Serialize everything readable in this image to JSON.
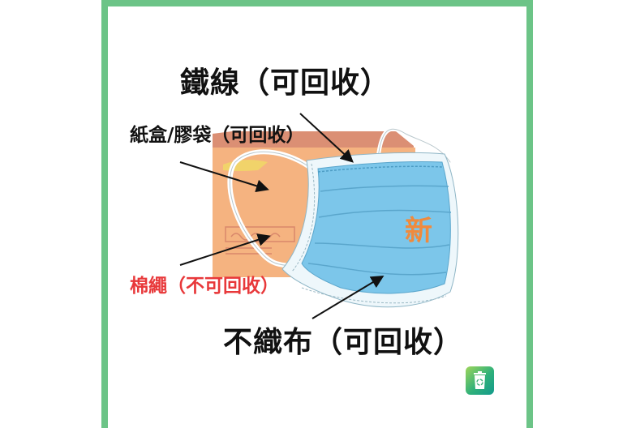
{
  "labels": {
    "wire": "鐵線（可回收）",
    "box_bag": "紙盒/膠袋（可回收）",
    "cotton_rope": "棉繩（不可回收）",
    "nonwoven": "不織布（可回收）",
    "mask_mark": "新"
  },
  "icons": {
    "recycle_bin": "recycle-bin-icon"
  },
  "colors": {
    "frame": "#6cc487",
    "box": "#f3b27f",
    "box_top": "#d98a6e",
    "mask": "#7cc6ea",
    "mask_edge": "#eaf6fb",
    "warning_text": "#e8383a",
    "mark_text": "#f08a3c",
    "label_text": "#111111"
  }
}
